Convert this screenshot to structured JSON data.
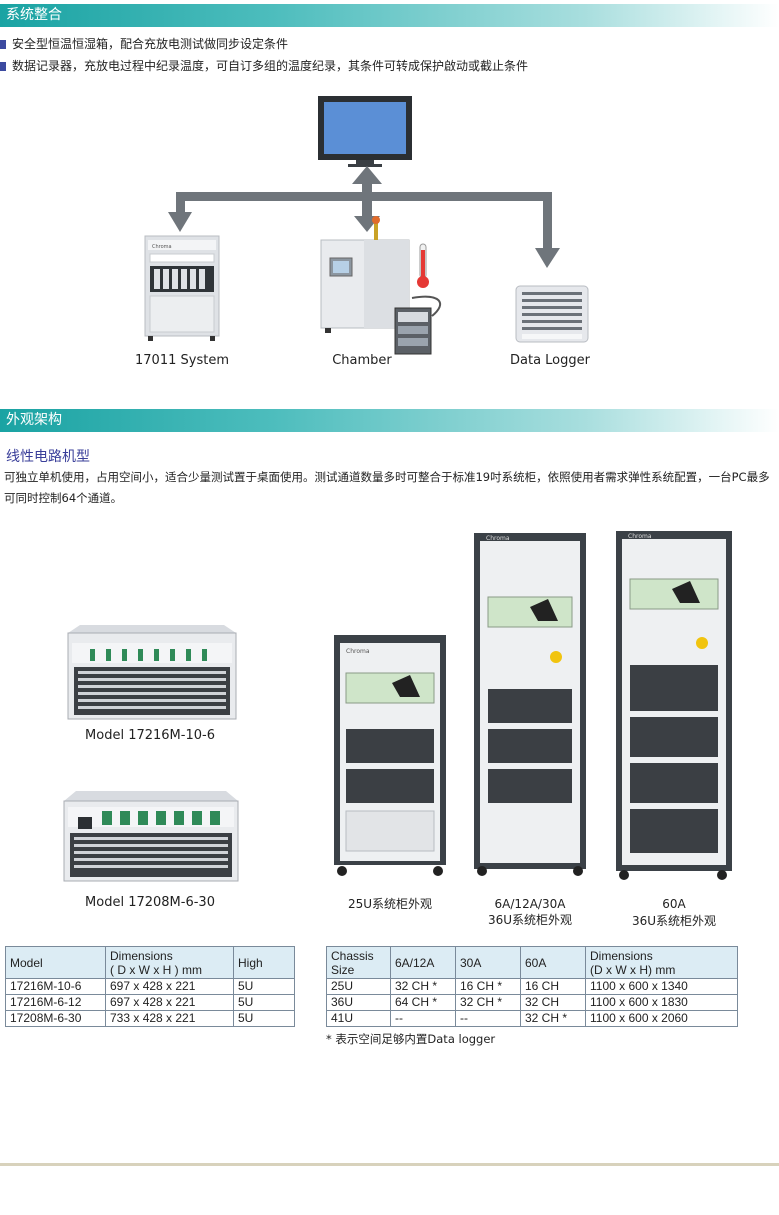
{
  "sections": {
    "system": {
      "title": "系统整合"
    },
    "appearance": {
      "title": "外观架构"
    }
  },
  "bullets": [
    "安全型恒温恒湿箱，配合充放电测试做同步设定条件",
    "数据记录器，充放电过程中纪录温度，可自订多组的温度纪录，其条件可转成保护啟动或截止条件"
  ],
  "diagram": {
    "labels": [
      "17011 System",
      "Chamber",
      "Data Logger"
    ],
    "logo_text": "Chroma",
    "colors": {
      "arrow": "#6f757b",
      "monitor_screen": "#5b8fd6",
      "thermo_red": "#e53935"
    }
  },
  "linear": {
    "subtitle": "线性电路机型",
    "paragraph": "可独立单机使用，占用空间小，适合少量测试置于桌面使用。测试通道数量多时可整合于标准19吋系统柜，依照使用者需求弹性系统配置，一台PC最多可同时控制64个通道。"
  },
  "product_captions": {
    "model1": "Model 17216M-10-6",
    "model2": "Model 17208M-6-30",
    "cab25_l1": "25U系统柜外观",
    "cab36_l1": "6A/12A/30A",
    "cab36_l2": "36U系统柜外观",
    "cab60_l1": "60A",
    "cab60_l2": "36U系统柜外观"
  },
  "table1": {
    "headers": [
      "Model",
      "Dimensions",
      "( D x W x H ) mm",
      "High"
    ],
    "rows": [
      [
        "17216M-10-6",
        "697 x 428 x 221",
        "5U"
      ],
      [
        "17216M-6-12",
        "697 x 428 x 221",
        "5U"
      ],
      [
        "17208M-6-30",
        "733 x 428 x 221",
        "5U"
      ]
    ]
  },
  "table2": {
    "headers": [
      "Chassis",
      "Size",
      "6A/12A",
      "30A",
      "60A",
      "Dimensions",
      "(D x W x H) mm"
    ],
    "rows": [
      [
        "25U",
        "32 CH *",
        "16 CH *",
        "16 CH",
        "1100 x 600 x 1340"
      ],
      [
        "36U",
        "64 CH *",
        "32 CH *",
        "32 CH",
        "1100 x 600 x 1830"
      ],
      [
        "41U",
        "--",
        "--",
        "32 CH *",
        "1100 x 600 x 2060"
      ]
    ]
  },
  "note": "* 表示空间足够内置Data logger"
}
